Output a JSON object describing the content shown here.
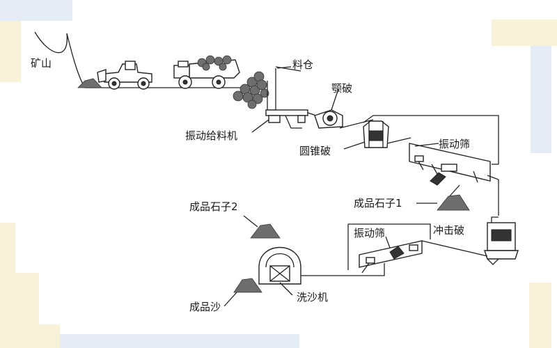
{
  "colors": {
    "deco_blue": "#e6ecf6",
    "deco_yellow": "#f7f2d8",
    "line": "#222222",
    "background": "#ffffff"
  },
  "labels": {
    "mine": "矿山",
    "silo": "料仓",
    "jaw_crusher": "颚破",
    "vibrating_feeder": "振动给料机",
    "cone_crusher": "圆锥破",
    "vibrating_screen_1": "振动筛",
    "product_stone_1": "成品石子1",
    "product_stone_2": "成品石子2",
    "vibrating_screen_2": "振动筛",
    "impact_crusher": "冲击破",
    "sand_washer": "洗沙机",
    "product_sand": "成品沙"
  },
  "icons": [
    "loader-icon",
    "dump-truck-icon",
    "rock-pile-icon",
    "feeder-icon",
    "jaw-crusher-icon",
    "cone-crusher-icon",
    "vibrating-screen-icon",
    "impact-crusher-icon",
    "sand-washer-icon",
    "stockpile-icon"
  ]
}
